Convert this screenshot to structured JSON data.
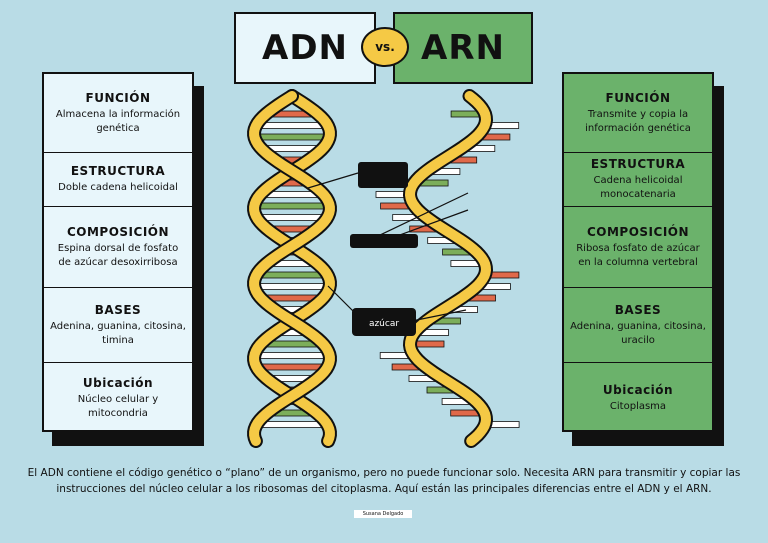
{
  "header": {
    "left_title": "ADN",
    "vs_label": "vs.",
    "right_title": "ARN"
  },
  "left_panel": {
    "color": "#e8f6fb",
    "sections": [
      {
        "heading": "FUNCIÓN",
        "text": "Almacena la información genética"
      },
      {
        "heading": "ESTRUCTURA",
        "text": "Doble cadena helicoidal"
      },
      {
        "heading": "COMPOSICIÓN",
        "text": "Espina dorsal de fosfato de azúcar desoxirribosa"
      },
      {
        "heading": "BASES",
        "text": "Adenina, guanina, citosina, timina"
      },
      {
        "heading": "Ubicación",
        "text": "Núcleo celular y mitocondria"
      }
    ]
  },
  "right_panel": {
    "color": "#6bb26b",
    "sections": [
      {
        "heading": "FUNCIÓN",
        "text": "Transmite y copia la información genética"
      },
      {
        "heading": "ESTRUCTURA",
        "text": "Cadena helicoidal monocatenaria"
      },
      {
        "heading": "COMPOSICIÓN",
        "text": "Ribosa fosfato de azúcar en la columna vertebral"
      },
      {
        "heading": "BASES",
        "text": "Adenina, guanina, citosina, uracilo"
      },
      {
        "heading": "Ubicación",
        "text": "Citoplasma"
      }
    ]
  },
  "diagram": {
    "labels": [
      "",
      "",
      "azúcar"
    ],
    "colors": {
      "backbone": "#f5c945",
      "base_red": "#e0694a",
      "base_green": "#7cae5a",
      "base_white": "#ffffff",
      "label_bg": "#111111"
    }
  },
  "footer": {
    "description": "El ADN contiene el código genético o “plano” de un organismo, pero no puede funcionar solo. Necesita ARN para transmitir y copiar las instrucciones del núcleo celular a los ribosomas del citoplasma. Aquí están las principales diferencias entre el ADN y el ARN.",
    "author": "Susana Delgado"
  }
}
